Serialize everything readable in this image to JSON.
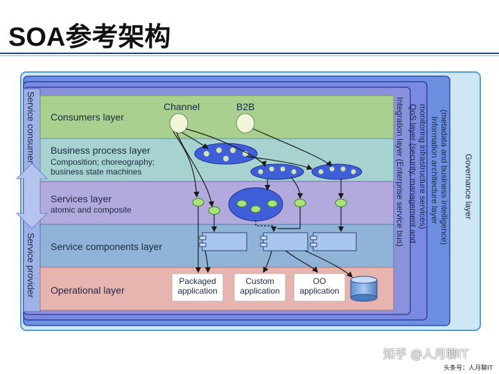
{
  "title": "SOA参考架构",
  "layers": {
    "consumers": "Consumers layer",
    "business_process": "Business process layer",
    "business_process_sub1": "Composition; choreography;",
    "business_process_sub2": "business state machines",
    "services": "Services layer",
    "services_sub": "atomic and composite",
    "service_components": "Service components layer",
    "operational": "Operational layer"
  },
  "side_layers": {
    "service_consumer": "Service consumer",
    "service_provider": "Service provider",
    "integration": "Integration layer (Enterprise service  bus)",
    "qos_line1": "QoS layer (security, management and",
    "qos_line2": "monitoring infrastructure services)",
    "info_line1": "Information architecture layer",
    "info_line2": "(metadata and business intelligence)",
    "governance": "Governance layer"
  },
  "nodes": {
    "channel": "Channel",
    "b2b": "B2B"
  },
  "applications": {
    "packaged_line1": "Packaged",
    "packaged_line2": "application",
    "custom_line1": "Custom",
    "custom_line2": "application",
    "oo_line1": "OO",
    "oo_line2": "application"
  },
  "watermark": {
    "main": "知乎 @人月聊IT",
    "small": "头条号：人月聊IT"
  },
  "colors": {
    "consumers": "#a9d08e",
    "business_process": "#a6d3d0",
    "services": "#b2a9dc",
    "service_components": "#8fb4d8",
    "operational": "#e8b4b0",
    "outer_frame": "#4d7fd6",
    "integration_frame": "#6a6ad0"
  }
}
